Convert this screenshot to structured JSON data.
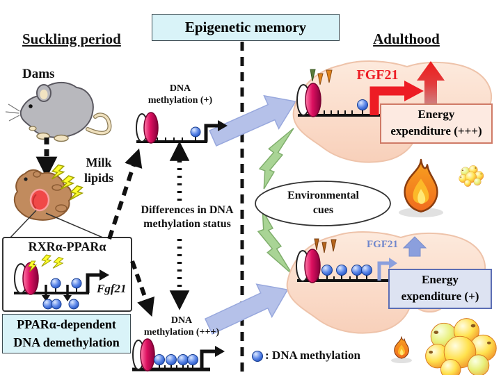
{
  "header": {
    "epigenetic_memory": "Epigenetic memory"
  },
  "left_panel": {
    "section_title": "Suckling period",
    "dams_label": "Dams",
    "milk_lipids_line1": "Milk",
    "milk_lipids_line2": "lipids",
    "rxr_ppar_box": {
      "title": "RXRα-PPARα",
      "gene_label": "Fgf21"
    },
    "ppar_demethylation_box": {
      "line1": "PPARα-dependent",
      "line2": "DNA demethylation"
    }
  },
  "center_panel": {
    "dna_methylation_plus_line1": "DNA",
    "dna_methylation_plus_line2": "methylation (+)",
    "differences_line1": "Differences in DNA",
    "differences_line2": "methylation status",
    "dna_methylation_plusplusplus_line1": "DNA",
    "dna_methylation_plusplusplus_line2": "methylation (+++)"
  },
  "right_panel": {
    "section_title": "Adulthood",
    "fgf21_high_label": "FGF21",
    "energy_high_box": {
      "line1": "Energy",
      "line2": "expenditure (+++)"
    },
    "environmental_cues": {
      "line1": "Environmental",
      "line2": "cues"
    },
    "fgf21_low_label": "FGF21",
    "energy_low_box": {
      "line1": "Energy",
      "line2": "expenditure (+)"
    }
  },
  "legend": {
    "dna_methylation_label": ": DNA methylation"
  },
  "colors": {
    "cyan_box": "#d9f3f8",
    "energy_high_fill": "#fdeae1",
    "energy_high_border": "#cf7a66",
    "energy_low_fill": "#dde3f2",
    "energy_low_border": "#5b6db4",
    "fgf21_high": "#ed1c24",
    "fgf21_low": "#6f86cc",
    "methylation_blue": "#2f62c9",
    "arrow_blue": "#b5c1e9",
    "arrow_green": "#a9d495",
    "liver_fill": "#fbdccb",
    "crimson": "#cf0a52"
  }
}
